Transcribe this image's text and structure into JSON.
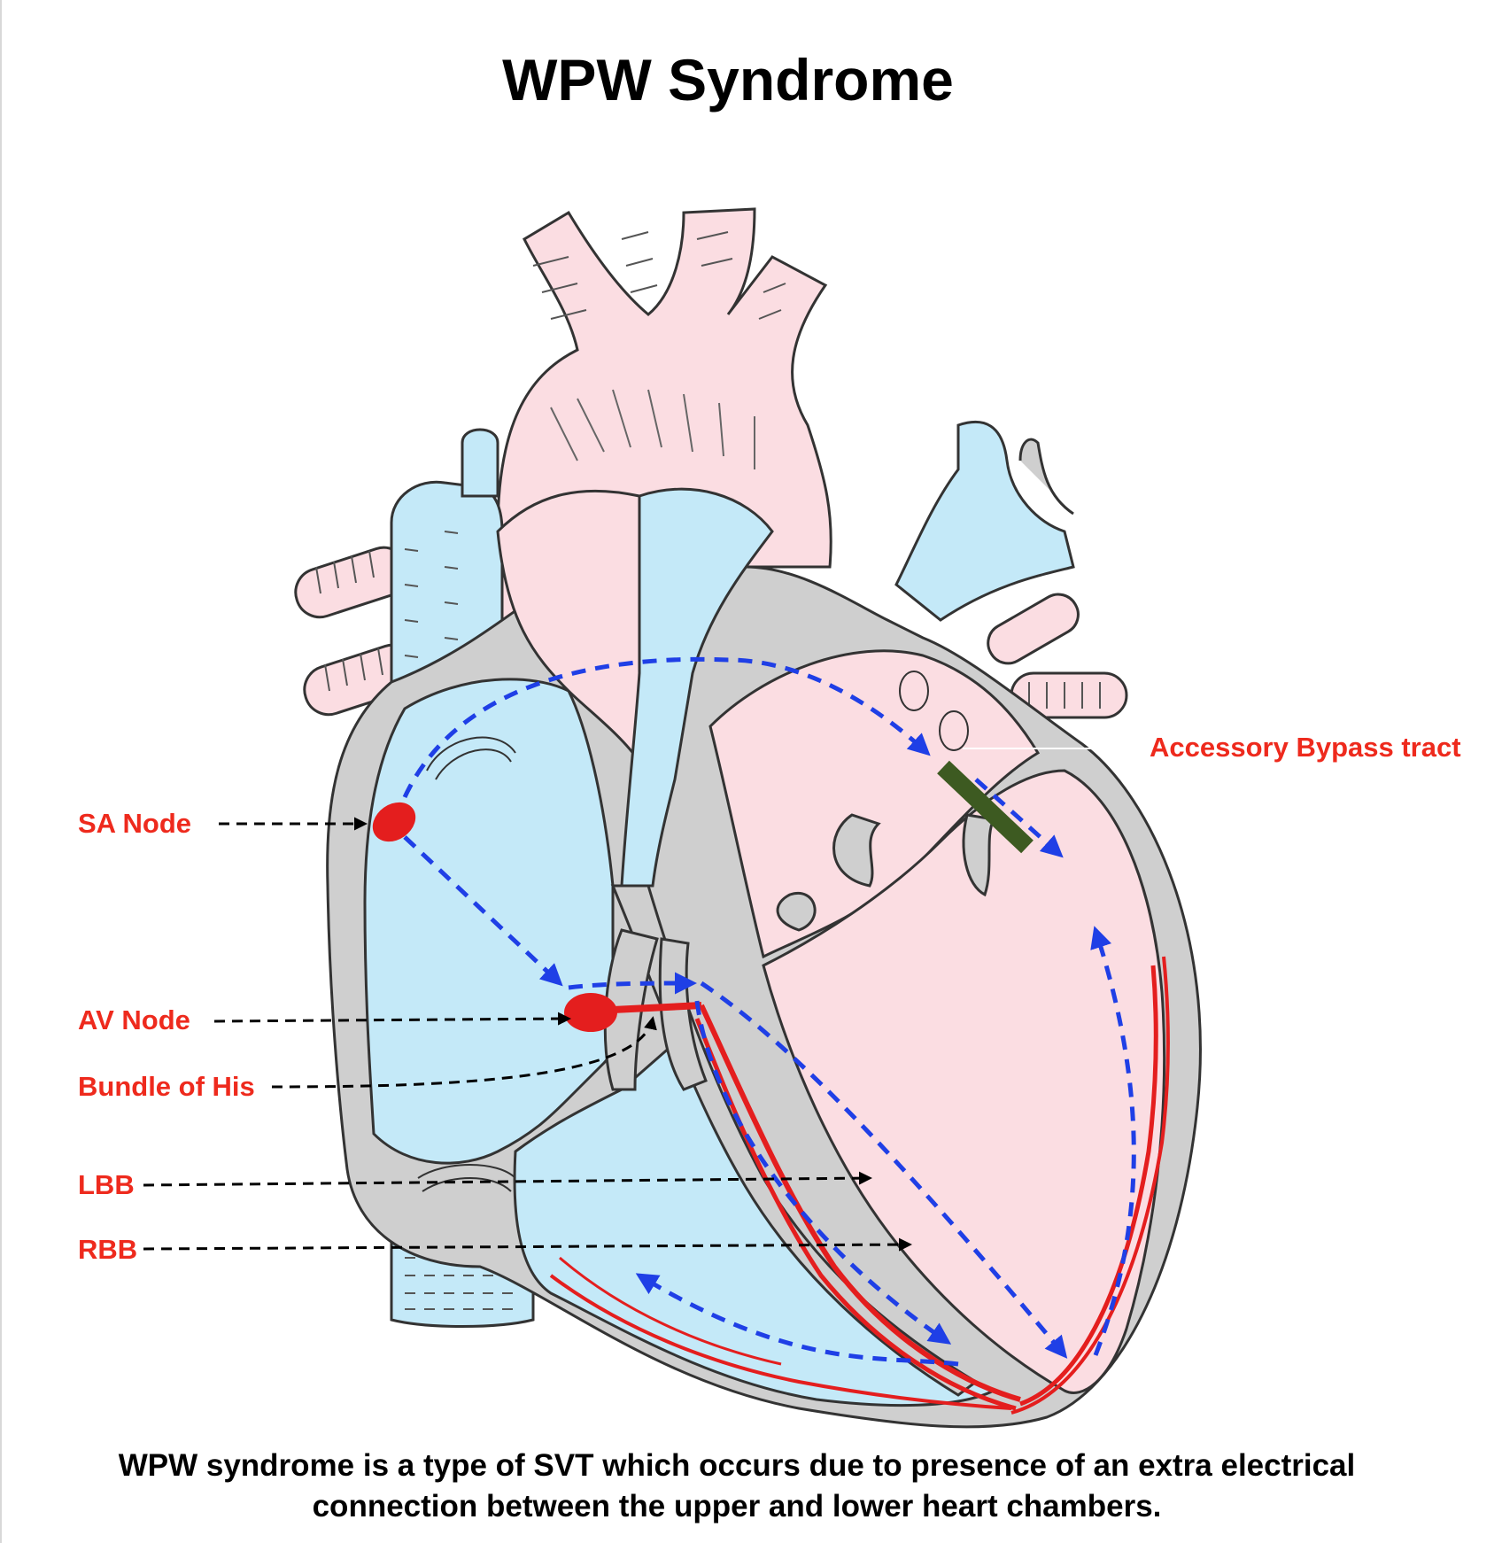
{
  "title": "WPW Syndrome",
  "labels": {
    "sa_node": "SA Node",
    "av_node": "AV Node",
    "bundle_of_his": "Bundle of His",
    "lbb": "LBB",
    "rbb": "RBB",
    "accessory_tract": "Accessory Bypass tract"
  },
  "caption": {
    "line1": "WPW syndrome is a type of SVT which occurs due to presence of an extra electrical",
    "line2": "connection between the upper and lower heart chambers."
  },
  "colors": {
    "label_red": "#ee2a1d",
    "node_red": "#e41e1e",
    "impulse_blue": "#1f3fe6",
    "tract_green": "#3d5a21",
    "deoxygenated_blue": "#c4e9f8",
    "oxygenated_pink": "#fbdde2",
    "wall_gray": "#cfcfcf"
  }
}
